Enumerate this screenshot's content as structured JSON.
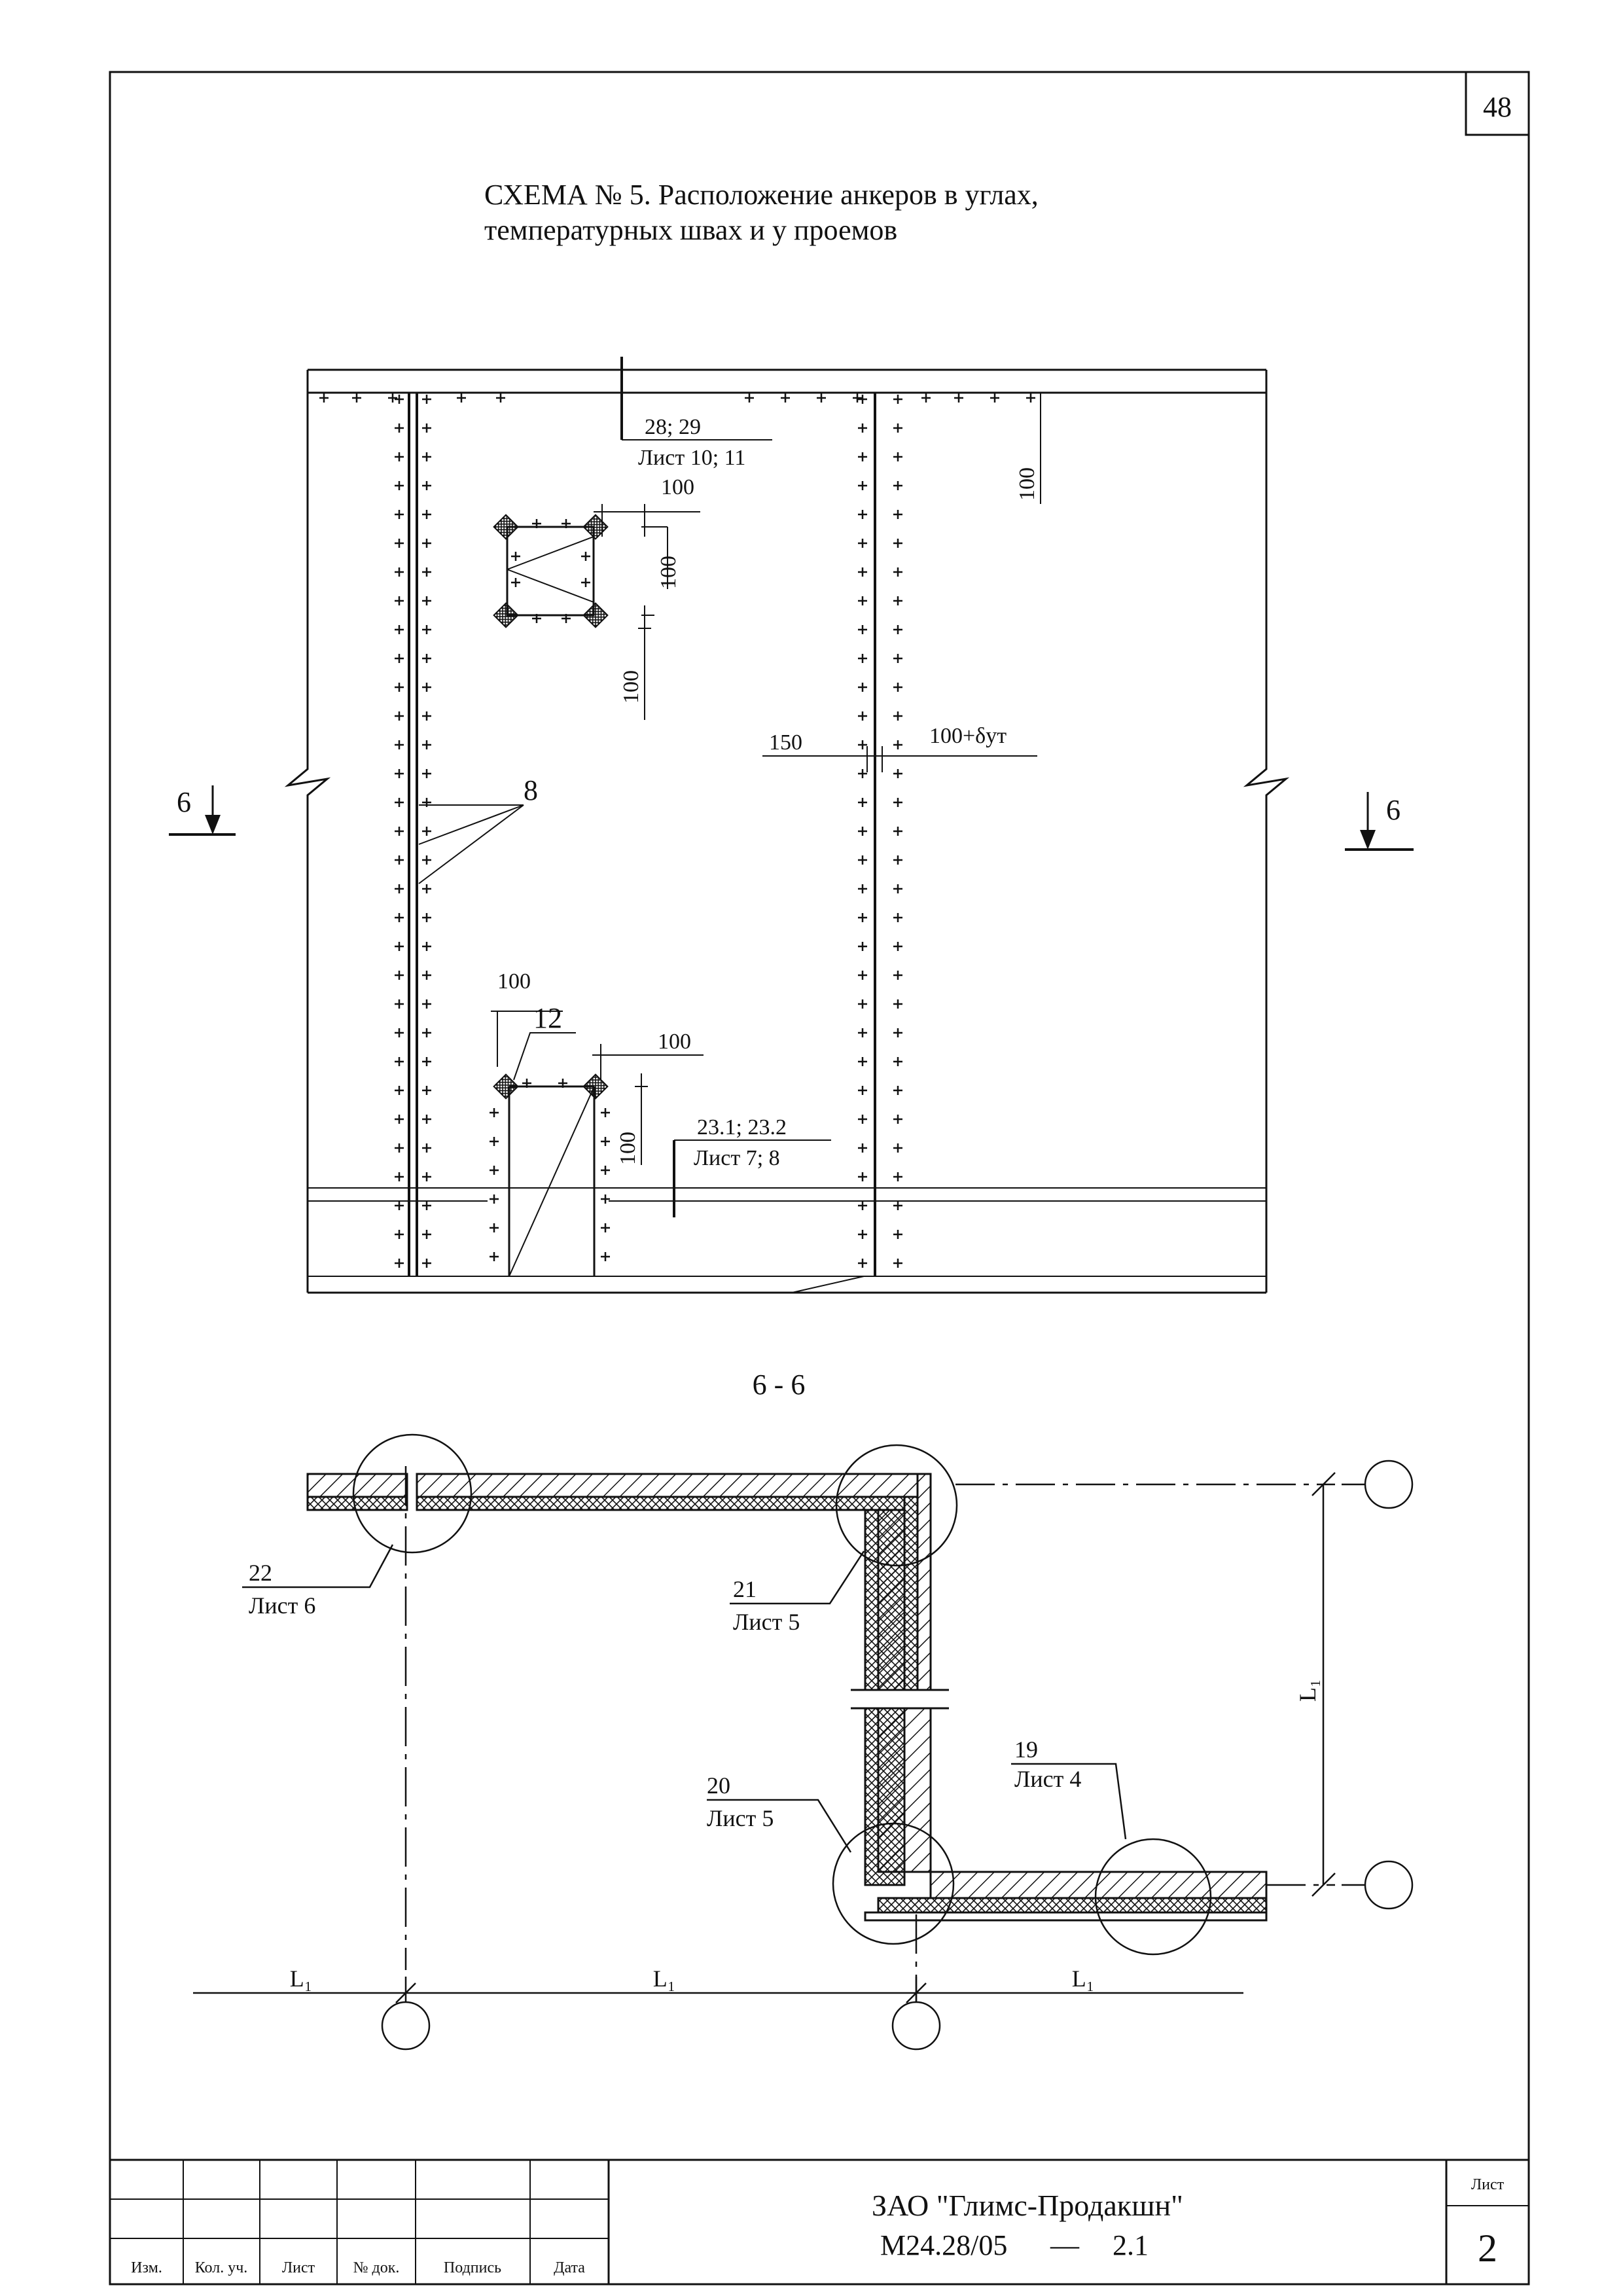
{
  "page_number": "48",
  "title": {
    "line1": "СХЕМА № 5. Расположение анкеров в углах,",
    "line2": "температурных швах и у проемов"
  },
  "elevation": {
    "callout_top": {
      "ref": "28; 29",
      "sheet": "Лист 10; 11"
    },
    "callout_bottom": {
      "ref": "23.1; 23.2",
      "sheet": "Лист 7; 8"
    },
    "dims": {
      "upper_window_top": "100",
      "upper_window_side": "100",
      "upper_window_bottom": "100",
      "top_right_edge": "100",
      "joint_left": "150",
      "joint_right": "100+δут",
      "door_left_top": "100",
      "door_right_top": "100",
      "door_side": "100"
    },
    "leader_8": "8",
    "leader_12": "12",
    "section_mark_left": "6",
    "section_mark_right": "6"
  },
  "section": {
    "title": "6 - 6",
    "node_22": {
      "ref": "22",
      "sheet": "Лист 6"
    },
    "node_21": {
      "ref": "21",
      "sheet": "Лист 5"
    },
    "node_20": {
      "ref": "20",
      "sheet": "Лист 5"
    },
    "node_19": {
      "ref": "19",
      "sheet": "Лист 4"
    },
    "span_vertical": "L₁",
    "span_h1": "L₁",
    "span_h2": "L₁",
    "span_h3": "L₁"
  },
  "title_block": {
    "headers": [
      "Изм.",
      "Кол. уч.",
      "Лист",
      "№ док.",
      "Подпись",
      "Дата"
    ],
    "organization": "ЗАО \"Глимс-Продакшн\"",
    "code_left": "М24.28/05",
    "code_sep": "—",
    "code_right": "2.1",
    "sheet_label": "Лист",
    "sheet_number": "2"
  }
}
